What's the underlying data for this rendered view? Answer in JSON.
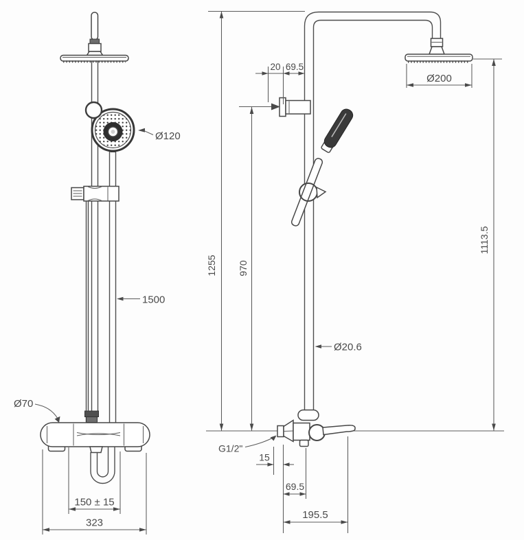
{
  "front_view": {
    "hand_shower_diameter": "Ø120",
    "hose_length": "1500",
    "handle_diameter": "Ø70",
    "inlet_spacing": "150 ± 15",
    "total_width": "323"
  },
  "side_view": {
    "offset_20": "20",
    "offset_69_5": "69.5",
    "head_diameter": "Ø200",
    "height_1255": "1255",
    "height_970": "970",
    "height_1113_5": "1113.5",
    "pipe_diameter": "Ø20.6",
    "thread": "G1/2\"",
    "depth_15": "15",
    "depth_69_5": "69.5",
    "reach_195_5": "195.5"
  }
}
